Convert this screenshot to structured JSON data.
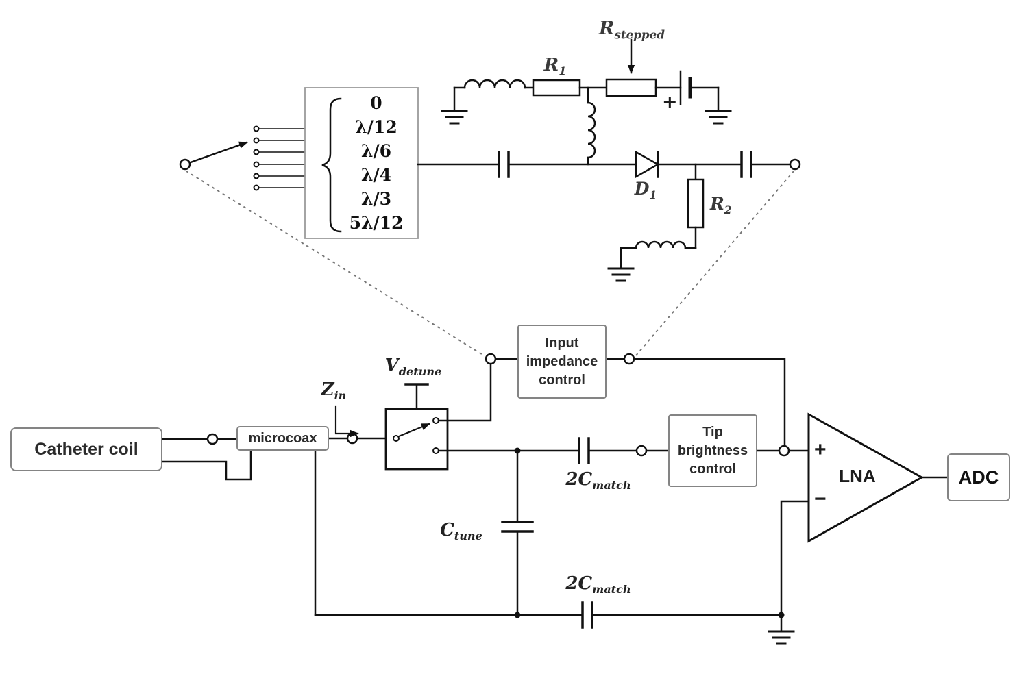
{
  "detail_circuit": {
    "delay_options": [
      "0",
      "λ/12",
      "λ/6",
      "λ/4",
      "λ/3",
      "5λ/12"
    ],
    "labels": {
      "r1": {
        "main": "R",
        "sub": "1"
      },
      "r_stepped": {
        "main": "R",
        "sub": "stepped"
      },
      "d1": {
        "main": "D",
        "sub": "1"
      },
      "r2": {
        "main": "R",
        "sub": "2"
      },
      "battery_plus": "+"
    }
  },
  "main_diagram": {
    "boxes": {
      "catheter_coil": "Catheter coil",
      "microcoax": "microcoax",
      "input_impedance_control": "Input impedance control",
      "tip_brightness_control": "Tip brightness control",
      "adc": "ADC"
    },
    "labels": {
      "z_in": {
        "main": "Z",
        "sub": "in"
      },
      "v_detune": {
        "main": "V",
        "sub": "detune"
      },
      "c_tune": {
        "main": "C",
        "sub": "tune"
      },
      "c_match_top": {
        "main": "2C",
        "sub": "match"
      },
      "c_match_bottom": {
        "main": "2C",
        "sub": "match"
      },
      "lna": "LNA",
      "lna_plus": "+",
      "lna_minus": "−"
    }
  }
}
